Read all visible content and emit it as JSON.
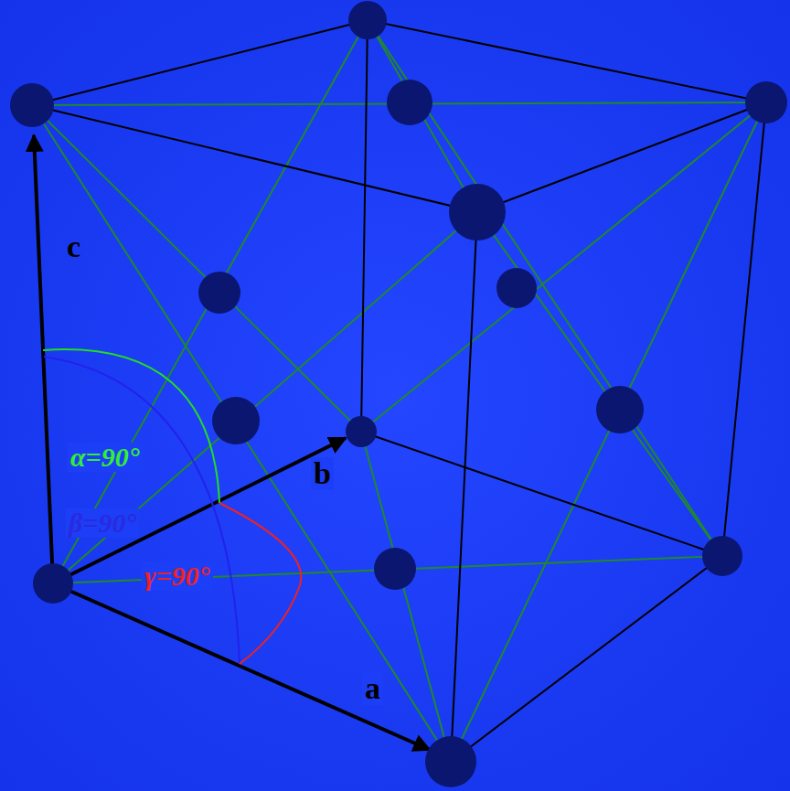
{
  "diagram": {
    "labels": [
      "c",
      "b",
      "a",
      "α=90°",
      "β=90°",
      "γ=90°"
    ]
  }
}
